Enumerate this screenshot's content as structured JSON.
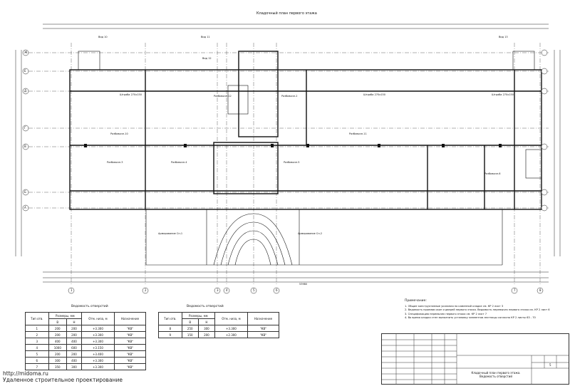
{
  "sheet_title": "Кладочный план первого этажа",
  "axes_letters": [
    "Ж",
    "Е",
    "Д",
    "Г",
    "В",
    "Б",
    "А"
  ],
  "axes_numbers": [
    "1",
    "2",
    "3",
    "4",
    "5",
    "6",
    "7",
    "8"
  ],
  "room_labels": [
    "Разбивочн.2",
    "Разбивочн.3",
    "Разбивочн.4",
    "Разбивочн.5",
    "Разбивочн.6",
    "Разбивочн.10",
    "Разбивочн.11",
    "Разбивочн.12"
  ],
  "callouts": [
    "Вид 10",
    "Вид 11",
    "Вид 12",
    "Вид 13",
    "Штраба 270х150",
    "Штраба 270х150",
    "Штраба 270х150",
    "Армирование Сп-1",
    "Армирование Сп-2"
  ],
  "total_dim": "53980",
  "table1": {
    "title": "Ведомость отверстий",
    "headers": [
      "Тип отв.",
      "Размеры, мм",
      "Отм. низа, м",
      "Назначение"
    ],
    "subheaders": [
      "B",
      "H"
    ],
    "rows": [
      [
        "1",
        "200",
        "200",
        "+3.300",
        "\"КВ\""
      ],
      [
        "2",
        "200",
        "200",
        "+3.300",
        "\"КВ\""
      ],
      [
        "3",
        "400",
        "400",
        "+3.300",
        "\"КВ\""
      ],
      [
        "4",
        "1000",
        "600",
        "+3.150",
        "\"КВ\""
      ],
      [
        "5",
        "200",
        "200",
        "+3.400",
        "\"КВ\""
      ],
      [
        "6",
        "300",
        "400",
        "+3.300",
        "\"КВ\""
      ],
      [
        "7",
        "350",
        "300",
        "+3.300",
        "\"КВ\""
      ]
    ]
  },
  "table2": {
    "title": "Ведомость отверстий",
    "headers": [
      "Тип отв.",
      "Размеры, мм",
      "Отм. низа, м",
      "Назначение"
    ],
    "subheaders": [
      "B",
      "H"
    ],
    "rows": [
      [
        "8",
        "250",
        "300",
        "+3.300",
        "\"КВ\""
      ],
      [
        "9",
        "150",
        "200",
        "+2.300",
        "\"КВ\""
      ]
    ]
  },
  "notes": {
    "head": "Примечание:",
    "items": [
      "1. Общие конструктивные указания по каменной кладке см. КР 2 лист 3",
      "2. Ведомость проемов окон и дверей первого этажа. Ведомость перемычек первого этажа см. КР 2 лист 6",
      "3. Спецификацию перемычек первого этажа см. КР 2 лист 7",
      "4. Во время кладки стен выполнить установку элементов лестницы согласно КР 2 листы 63 - 70"
    ]
  },
  "stamp": {
    "sheet_no": "5",
    "caption1": "Кладочный план первого этажа.",
    "caption2": "Ведомость отверстий"
  },
  "watermark": {
    "line1": "http://midoma.ru",
    "line2": "Удаленное строительное проектирование"
  }
}
